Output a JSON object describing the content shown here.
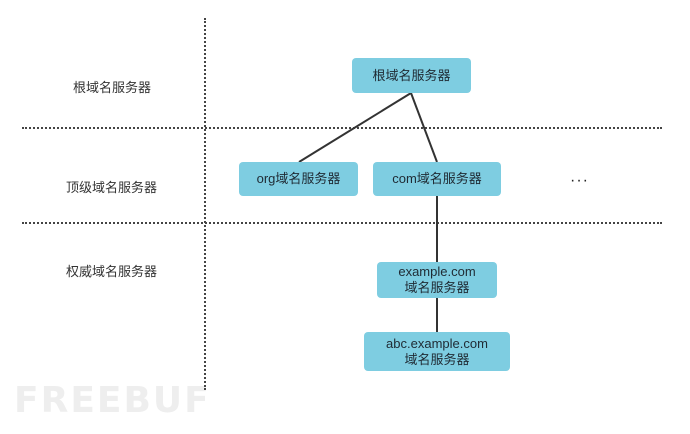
{
  "tiers": [
    {
      "label": "根域名服务器"
    },
    {
      "label": "顶级域名服务器"
    },
    {
      "label": "权威域名服务器"
    }
  ],
  "nodes": {
    "root": {
      "line1": "根域名服务器"
    },
    "org": {
      "line1": "org域名服务器"
    },
    "com": {
      "line1": "com域名服务器"
    },
    "example": {
      "line1": "example.com",
      "line2": "域名服务器"
    },
    "abc": {
      "line1": "abc.example.com",
      "line2": "域名服务器"
    }
  },
  "ellipsis": "···",
  "watermark": "FREEBUF",
  "colors": {
    "node_fill": "#7ecde1",
    "edge": "#333333",
    "divider": "#444444"
  }
}
